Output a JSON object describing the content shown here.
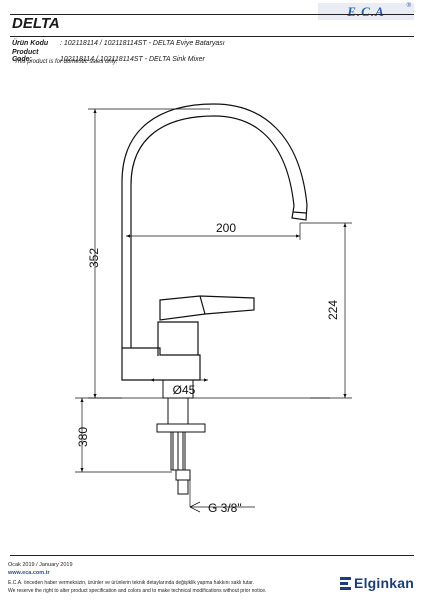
{
  "header": {
    "logo_text": "E.C.A",
    "logo_reg": "®",
    "title": "DELTA"
  },
  "info": {
    "urun_label": "Ürün Kodu",
    "urun_value": ": 102118114 / 102118114ST - DELTA Eviye Bataryası",
    "product_label": "Product Code:",
    "product_value": "102118114 / 102118114ST - DELTA Sink Mixer",
    "note": "*This product is for domestic sales only."
  },
  "dimensions": {
    "total_height": "352",
    "reach": "200",
    "spout_height": "224",
    "base_diameter": "Ø45",
    "below_counter": "380",
    "thread": "G 3/8\""
  },
  "footer": {
    "date": "Ocak 2019 / January 2019",
    "website": "www.eca.com.tr",
    "disclaimer_tr": "E.C.A. önceden haber vermeksizin, ürünler ve ürünlerin teknik detaylarında değişiklik yapma hakkını saklı tutar.",
    "disclaimer_en": "We reserve the right to alter product specification and colors and to make technical modifications without prior notice.",
    "brand": "Elginkan"
  }
}
